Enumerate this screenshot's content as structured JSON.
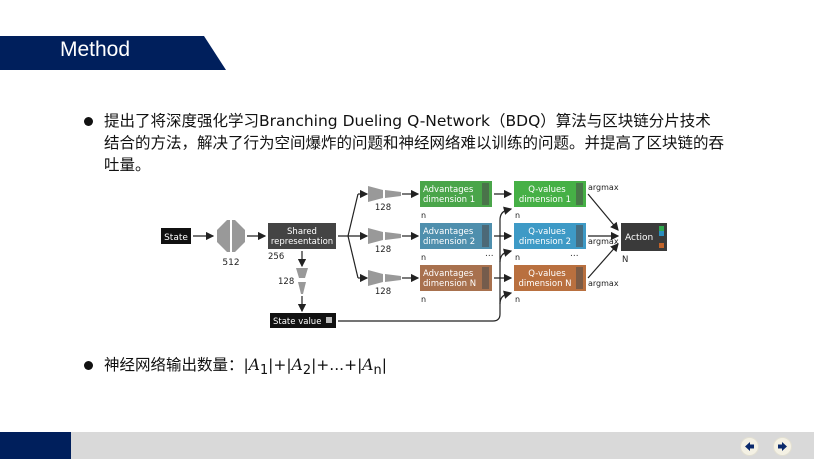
{
  "slide": {
    "title": "Method",
    "colors": {
      "brand": "#001f5c",
      "footer": "#d9d9d9"
    }
  },
  "bullets": [
    {
      "text": "提出了将深度强化学习Branching Dueling Q-Network（BDQ）算法与区块链分片技术结合的方法，解决了行为空间爆炸的问题和神经网络难以训练的问题。并提高了区块链的吞吐量。"
    },
    {
      "label": "神经网络输出数量：",
      "formula": {
        "terms": [
          "A",
          "A",
          "A"
        ],
        "subscripts": [
          "1",
          "2",
          "n"
        ],
        "separator": "+",
        "ellipsis": "+...+"
      }
    }
  ],
  "diagram": {
    "state_label": "State",
    "shared_label_line1": "Shared",
    "shared_label_line2": "representation",
    "layer_512": "512",
    "layer_256": "256",
    "layer_128_value": "128",
    "state_value_label": "State value",
    "branches": [
      {
        "adv_line1": "Advantages",
        "adv_line2": "dimension 1",
        "q_line1": "Q-values",
        "q_line2": "dimension 1",
        "layer": "128",
        "n": "n",
        "argmax": "argmax",
        "color": "#4aa54a",
        "q_color": "#46b046"
      },
      {
        "adv_line1": "Advantages",
        "adv_line2": "dimension 2",
        "q_line1": "Q-values",
        "q_line2": "dimension 2",
        "layer": "128",
        "n": "n",
        "argmax": "argmax",
        "color": "#4f8fad",
        "q_color": "#3e9ac6"
      },
      {
        "adv_line1": "Advantages",
        "adv_line2": "dimension N",
        "q_line1": "Q-values",
        "q_line2": "dimension N",
        "layer": "128",
        "n": "n",
        "argmax": "argmax",
        "color": "#a8714e",
        "q_color": "#b9703f"
      }
    ],
    "ellipsis": "...",
    "action_label": "Action",
    "action_n": "N"
  },
  "navigation": {
    "prev": "previous-slide",
    "next": "next-slide"
  }
}
